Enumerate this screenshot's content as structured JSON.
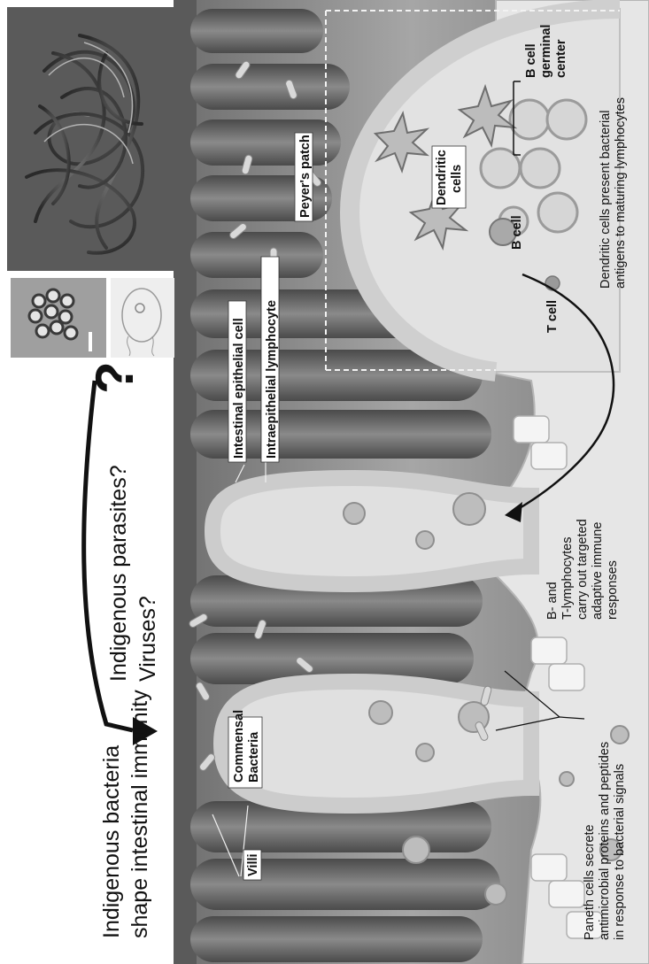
{
  "title_line1": "Indigenous bacteria",
  "title_line2": "shape intestinal immunity",
  "question_mark": "?",
  "parasites_line1": "Indigenous parasites?",
  "parasites_line2": "Viruses?",
  "labels": {
    "villi": "Villi",
    "commensal_line1": "Commensal",
    "commensal_line2": "Bacteria",
    "epithelial": "Intestinal epithelial cell",
    "intraepithelial": "Intraepithelial lymphocyte",
    "peyers": "Peyer's patch",
    "dendritic_line1": "Dendritic",
    "dendritic_line2": "cells",
    "bcell_line1": "B cell",
    "bcell_line2": "germinal",
    "bcell_line3": "center",
    "bcell": "B cell",
    "tcell": "T cell",
    "paneth_line1": "Paneth cells secrete",
    "paneth_line2": "antimicrobial proteins and peptides",
    "paneth_line3": "in response to bacterial signals",
    "bt_line1": "B- and",
    "bt_line2": "T-lymphocytes",
    "bt_line3": "carry out targeted",
    "bt_line4": "adaptive immune",
    "bt_line5": "responses",
    "dc_line1": "Dendritic cells present bacterial",
    "dc_line2": "antigens to maturing lymphocytes"
  },
  "colors": {
    "lumen": "#9a9a9a",
    "villus_dark": "#5e5e5e",
    "tissue": "#e4e4e4",
    "epithelium": "#cfcfcf",
    "text": "#111111"
  }
}
